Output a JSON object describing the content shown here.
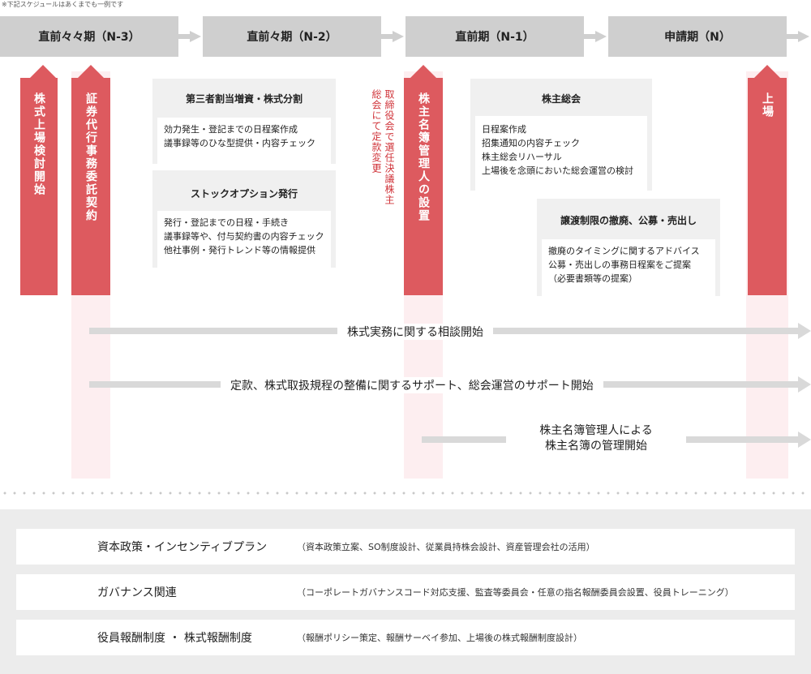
{
  "note": "※下記スケジュールはあくまでも一例です",
  "phases": [
    "直前々々期（N-3）",
    "直前々期（N-2）",
    "直前期（N-1）",
    "申請期（N）"
  ],
  "milestones": {
    "listing_study": "株式上場検討開始",
    "transfer_agent_contract": "証券代行事務委託契約",
    "registrar_appointment": "株主名簿管理人の設置",
    "listing": "上場"
  },
  "board_note": "取締役会で選任決議株主総会にて定款変更",
  "boxes": {
    "third_party": {
      "title": "第三者割当増資・株式分割",
      "lines": [
        "効力発生・登記までの日程案作成",
        "議事録等のひな型提供・内容チェック"
      ]
    },
    "stock_option": {
      "title": "ストックオプション発行",
      "lines": [
        "発行・登記までの日程・手続き",
        "議事録等や、付与契約書の内容チェック",
        "他社事例・発行トレンド等の情報提供"
      ]
    },
    "shareholders_meeting": {
      "title": "株主総会",
      "lines": [
        "日程案作成",
        "招集通知の内容チェック",
        "株主総会リハーサル",
        "上場後を念頭においた総会運営の検討"
      ]
    },
    "transfer_restriction": {
      "title": "譲渡制限の撤廃、公募・売出し",
      "lines": [
        "撤廃のタイミングに関するアドバイス",
        "公募・売出しの事務日程案をご提案",
        "（必要書類等の提案）"
      ]
    }
  },
  "flows": {
    "consultation": "株式実務に関する相談開始",
    "support": "定款、株式取扱規程の整備に関するサポート、総会運営のサポート開始",
    "registry_line1": "株主名簿管理人による",
    "registry_line2": "株主名簿の管理開始"
  },
  "services": [
    {
      "title": "資本政策・インセンティブプラン",
      "detail": "（資本政策立案、SO制度設計、従業員持株会設計、資産管理会社の活用）"
    },
    {
      "title": "ガバナンス関連",
      "detail": "（コーポレートガバナンスコード対応支援、監査等委員会・任意の指名報酬委員会設置、役員トレーニング）"
    },
    {
      "title": "役員報酬制度 ・ 株式報酬制度",
      "detail": "（報酬ポリシー策定、報酬サーベイ参加、上場後の株式報酬制度設計）"
    }
  ],
  "colors": {
    "accent": "#dd5a5f",
    "phase_bg": "#cfcfcf",
    "band": "#fdeef0",
    "note_text": "#d0343a"
  }
}
